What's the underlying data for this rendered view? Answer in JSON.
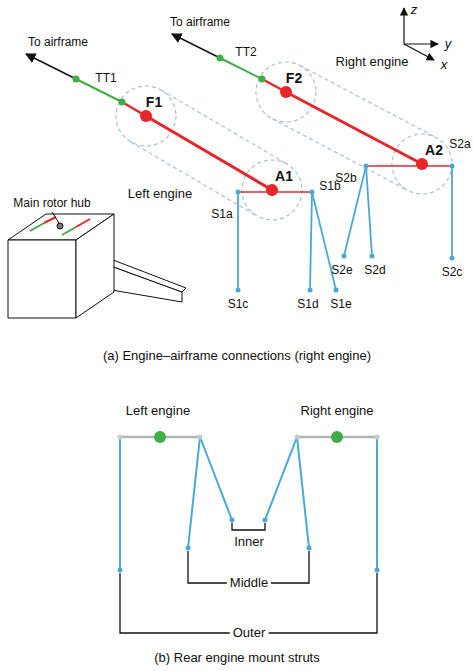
{
  "diagram": {
    "labels": [
      "z",
      "y",
      "x",
      "To airframe",
      "To airframe",
      "TT1",
      "TT2",
      "F1",
      "F2",
      "Left engine",
      "Right engine",
      "A1",
      "A2",
      "S1a",
      "S1b",
      "S1c",
      "S1d",
      "S1e",
      "S2b",
      "S2a",
      "S2e",
      "S2d",
      "S2c",
      "Main rotor hub",
      "(a) Engine–airframe connections (right engine)",
      "Left engine",
      "Right engine",
      "Inner",
      "Middle",
      "Outer",
      "(b) Rear engine mount struts"
    ]
  }
}
